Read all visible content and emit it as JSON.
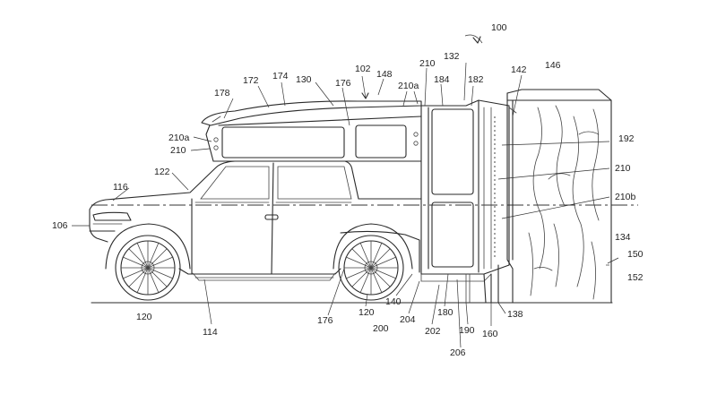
{
  "figure": {
    "reference_numerals": {
      "n100": "100",
      "n102": "102",
      "n106": "106",
      "n114": "114",
      "n116": "116",
      "n120a": "120",
      "n120b": "120",
      "n122": "122",
      "n130": "130",
      "n132": "132",
      "n134": "134",
      "n138": "138",
      "n140": "140",
      "n142": "142",
      "n146": "146",
      "n148": "148",
      "n150": "150",
      "n152": "152",
      "n160": "160",
      "n172": "172",
      "n174": "174",
      "n176a": "176",
      "n176b": "176",
      "n178": "178",
      "n180": "180",
      "n182": "182",
      "n184": "184",
      "n190": "190",
      "n192": "192",
      "n200": "200",
      "n202": "202",
      "n204": "204",
      "n206": "206",
      "n210a": "210",
      "n210b": "210",
      "n210c": "210",
      "n210aa": "210a",
      "n210ab": "210a",
      "n210bb": "210b"
    }
  }
}
